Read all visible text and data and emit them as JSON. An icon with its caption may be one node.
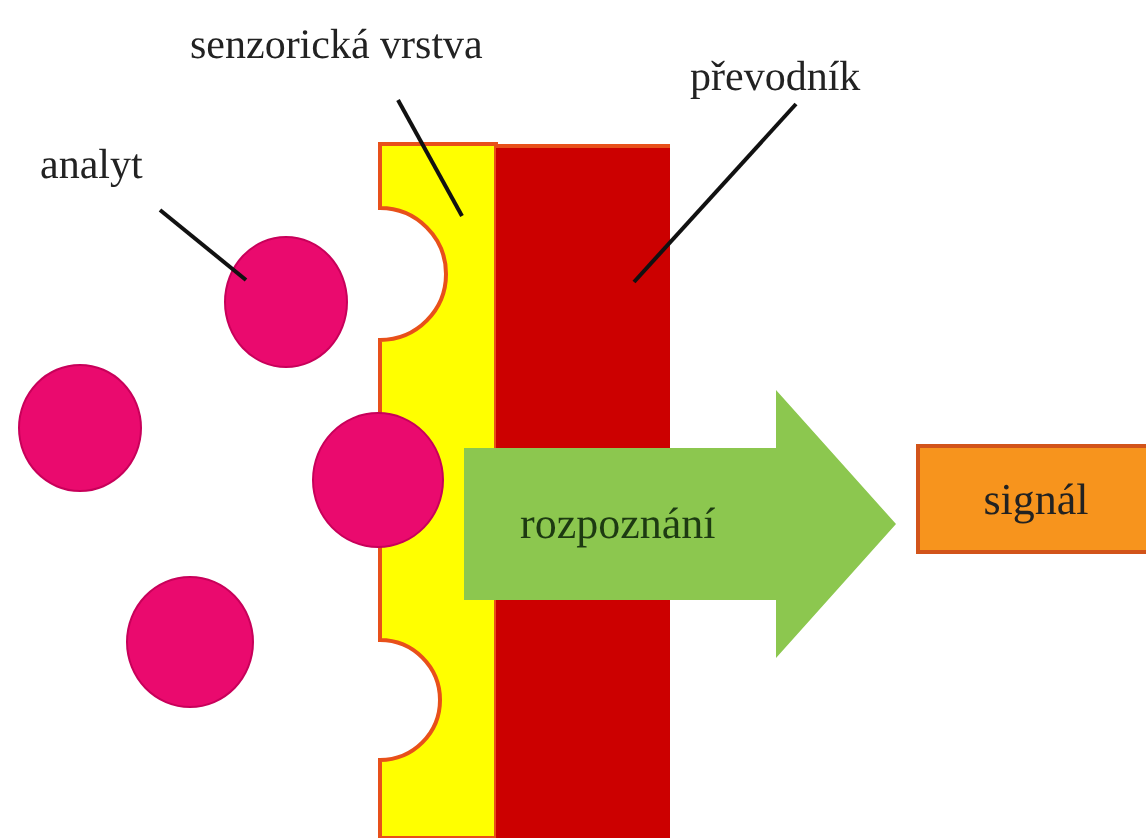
{
  "diagram": {
    "nodes": [
      {
        "text": [
          "analyt"
        ]
      },
      {
        "text": [],
        "shape": "circle"
      },
      {
        "text": [],
        "shape": "circle"
      },
      {
        "text": [],
        "shape": "circle"
      },
      {
        "text": [],
        "shape": "circle"
      },
      {
        "text": [
          "senzorická vrstva"
        ]
      },
      {
        "text": [],
        "shape": "bar"
      },
      {
        "text": [
          "převodník"
        ]
      },
      {
        "text": [],
        "shape": "bar"
      },
      {
        "text": [
          "rozpoznání"
        ]
      },
      {
        "text": [
          "signál"
        ]
      }
    ],
    "edges": [
      {
        "from": 0,
        "to": 1,
        "arrow": "none"
      },
      {
        "from": 5,
        "to": 6,
        "arrow": "none"
      },
      {
        "from": 7,
        "to": 8,
        "arrow": "none"
      }
    ]
  }
}
